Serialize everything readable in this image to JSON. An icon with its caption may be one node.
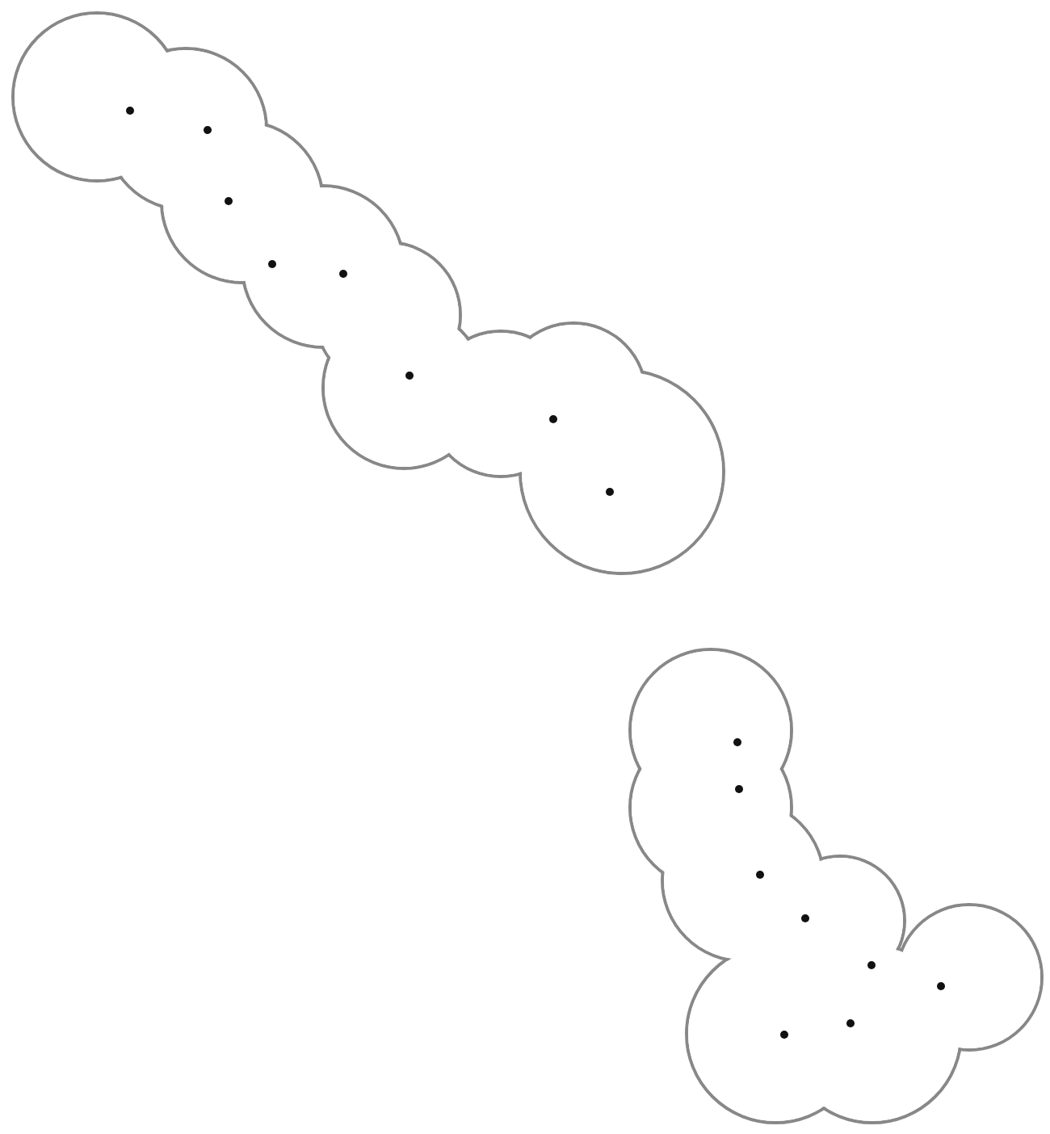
{
  "diagram": {
    "nodes": [
      {
        "text": [],
        "shape": "cloud"
      },
      {
        "text": [],
        "shape": "circle",
        "in": 0
      },
      {
        "text": [],
        "shape": "circle",
        "in": 0
      },
      {
        "text": [],
        "shape": "circle",
        "in": 0
      },
      {
        "text": [],
        "shape": "circle",
        "in": 0
      },
      {
        "text": [],
        "shape": "circle",
        "in": 0
      },
      {
        "text": [],
        "shape": "circle",
        "in": 0
      },
      {
        "text": [],
        "shape": "circle",
        "in": 0
      },
      {
        "text": [],
        "shape": "circle",
        "in": 0
      },
      {
        "text": [],
        "shape": "cloud"
      },
      {
        "text": [],
        "shape": "circle",
        "in": 9
      },
      {
        "text": [],
        "shape": "circle",
        "in": 9
      },
      {
        "text": [],
        "shape": "circle",
        "in": 9
      },
      {
        "text": [],
        "shape": "circle",
        "in": 9
      },
      {
        "text": [],
        "shape": "circle",
        "in": 9
      },
      {
        "text": [],
        "shape": "circle",
        "in": 9
      },
      {
        "text": [],
        "shape": "circle",
        "in": 9
      },
      {
        "text": [],
        "shape": "circle",
        "in": 9
      }
    ]
  }
}
